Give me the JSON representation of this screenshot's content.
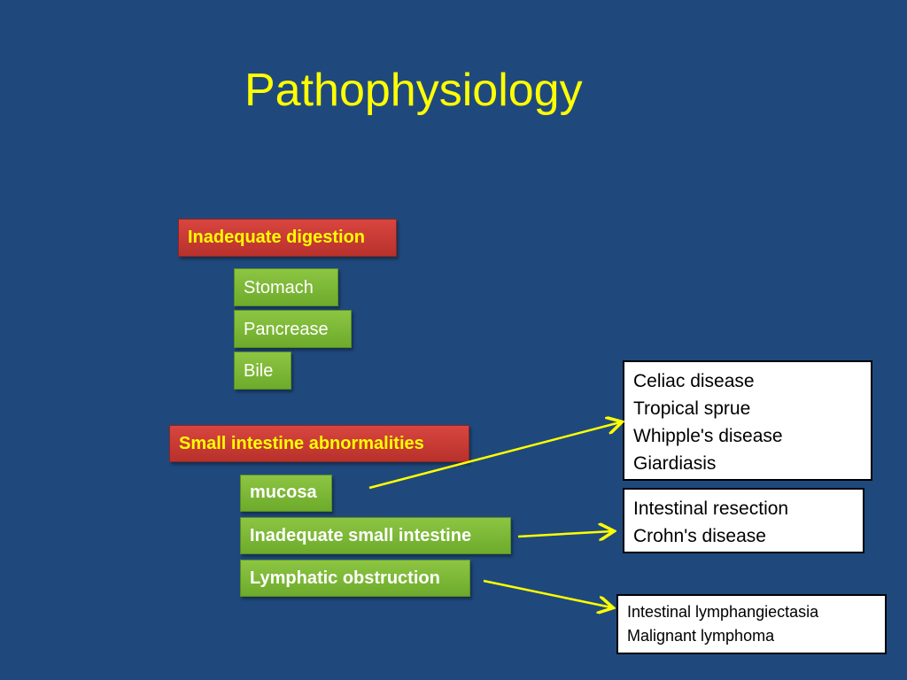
{
  "slide": {
    "title": "Pathophysiology"
  },
  "digestion": {
    "heading": "Inadequate digestion",
    "items": [
      "Stomach",
      "Pancrease",
      "Bile"
    ]
  },
  "small_intestine": {
    "heading": "Small intestine abnormalities",
    "items": [
      "mucosa",
      "Inadequate small intestine",
      "Lymphatic obstruction"
    ]
  },
  "causes": {
    "mucosa": [
      "Celiac disease",
      "Tropical sprue",
      "Whipple's disease",
      "Giardiasis"
    ],
    "inadequate_small_intestine": [
      "Intestinal resection",
      "Crohn's disease"
    ],
    "lymphatic_obstruction": [
      "Intestinal lymphangiectasia",
      "Malignant lymphoma"
    ]
  },
  "colors": {
    "background": "#1f497d",
    "title": "#ffff00",
    "heading_box": "#c0392b",
    "item_box": "#7ab536",
    "arrow": "#ffff00"
  }
}
